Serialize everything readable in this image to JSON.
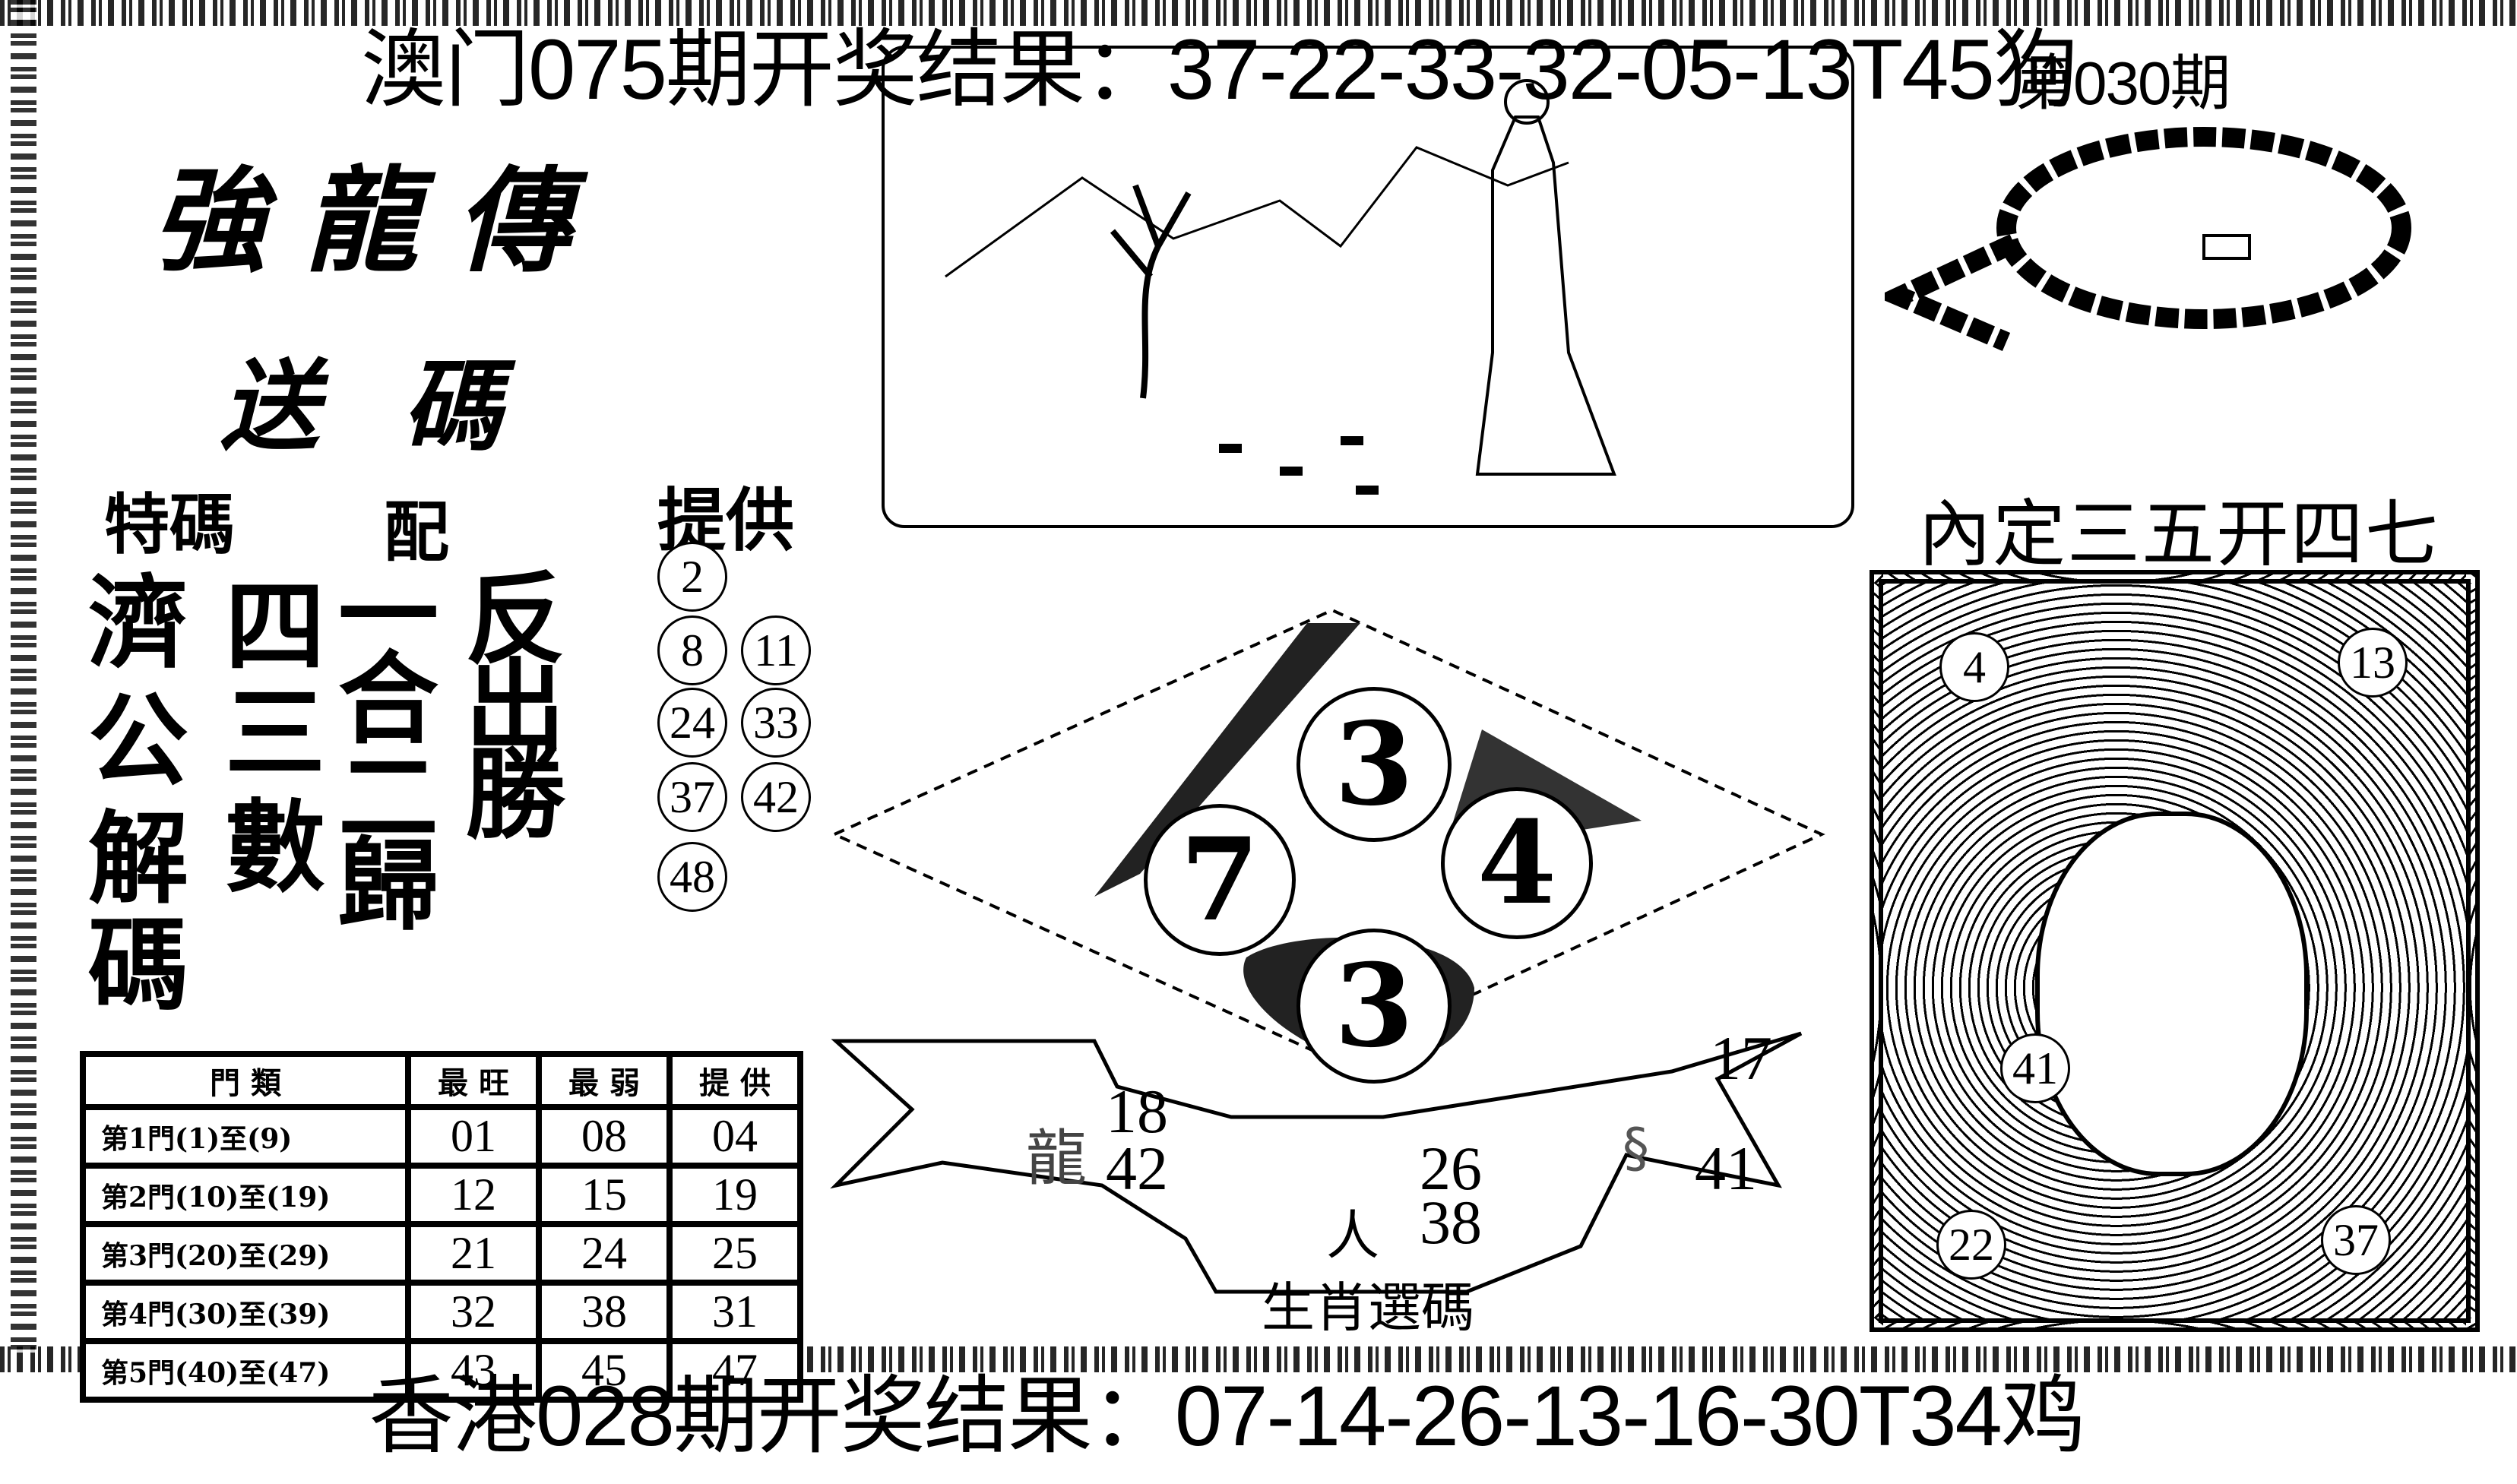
{
  "header": {
    "macau_result": "澳门075期开奖结果：37-22-33-32-05-13T45狗",
    "issue": "第030期"
  },
  "title": {
    "line1": "強龍傳",
    "line2": "送碼"
  },
  "left_panel": {
    "special_label": "特碼",
    "pair_label": "配",
    "provide_label": "提供",
    "columns": [
      [
        "濟",
        "公",
        "解",
        "碼"
      ],
      [
        "四",
        "三",
        "數"
      ],
      [
        "一",
        "合",
        "二",
        "歸"
      ],
      [
        "反",
        "出",
        "勝"
      ]
    ],
    "provided_numbers": [
      "2",
      "8",
      "11",
      "24",
      "33",
      "37",
      "42",
      "48"
    ]
  },
  "table": {
    "headers": [
      "門 類",
      "最 旺",
      "最 弱",
      "提 供"
    ],
    "rows": [
      [
        "第1門(1)至(9)",
        "01",
        "08",
        "04"
      ],
      [
        "第2門(10)至(19)",
        "12",
        "15",
        "19"
      ],
      [
        "第3門(20)至(29)",
        "21",
        "24",
        "25"
      ],
      [
        "第4門(30)至(39)",
        "32",
        "38",
        "31"
      ],
      [
        "第5門(40)至(47)",
        "43",
        "45",
        "47"
      ]
    ]
  },
  "center": {
    "balls": [
      "3",
      "7",
      "4",
      "3"
    ],
    "banner_numbers": {
      "left": [
        "18",
        "42"
      ],
      "middle": [
        "26",
        "38"
      ],
      "right": [
        "17",
        "41"
      ]
    },
    "banner_label": "生肖選碼"
  },
  "right_panel": {
    "heading": "內定三五开四七",
    "circled_numbers": [
      "4",
      "13",
      "41",
      "22",
      "37"
    ]
  },
  "footer": {
    "hk_result": "香港028期开奖结果：07-14-26-13-16-30T34鸡"
  }
}
